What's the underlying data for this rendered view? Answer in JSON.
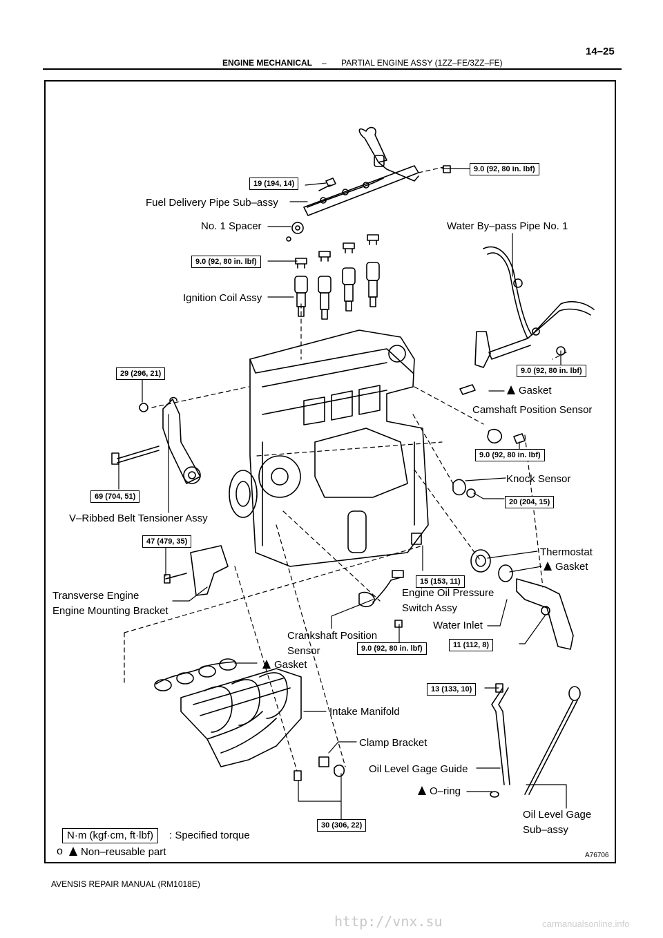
{
  "header": {
    "page_number": "14–25",
    "section": "ENGINE MECHANICAL",
    "separator": "–",
    "subsection": "PARTIAL ENGINE ASSY (1ZZ–FE/3ZZ–FE)"
  },
  "labels": {
    "fuel_delivery_pipe": "Fuel Delivery Pipe Sub–assy",
    "no1_spacer": "No. 1 Spacer",
    "water_bypass_pipe": "Water By–pass Pipe No. 1",
    "ignition_coil": "Ignition Coil Assy",
    "gasket_1": "Gasket",
    "camshaft_sensor": "Camshaft Position Sensor",
    "knock_sensor": "Knock Sensor",
    "belt_tensioner": "V–Ribbed Belt Tensioner Assy",
    "thermostat": "Thermostat",
    "gasket_2": "Gasket",
    "mounting_bracket_1": "Transverse Engine",
    "mounting_bracket_2": "Engine Mounting Bracket",
    "oil_pressure_1": "Engine Oil Pressure",
    "oil_pressure_2": "Switch Assy",
    "water_inlet": "Water Inlet",
    "crankshaft_sensor_1": "Crankshaft Position",
    "crankshaft_sensor_2": "Sensor",
    "gasket_3": "Gasket",
    "intake_manifold": "Intake Manifold",
    "clamp_bracket": "Clamp Bracket",
    "oil_gage_guide": "Oil Level Gage Guide",
    "o_ring": "O–ring",
    "oil_gage_1": "Oil Level Gage",
    "oil_gage_2": "Sub–assy"
  },
  "torques": {
    "t1": "19 (194, 14)",
    "t2": "9.0 (92, 80 in. lbf)",
    "t3": "9.0 (92, 80 in. lbf)",
    "t4": "9.0 (92, 80 in. lbf)",
    "t5": "29 (296, 21)",
    "t6": "9.0 (92, 80 in. lbf)",
    "t7": "69 (704, 51)",
    "t8": "20 (204, 15)",
    "t9": "47 (479, 35)",
    "t10": "15 (153, 11)",
    "t11": "9.0 (92, 80 in. lbf)",
    "t12": "11 (112, 8)",
    "t13": "13 (133, 10)",
    "t14": "30 (306, 22)"
  },
  "legend": {
    "torque_unit": "N·m (kgf·cm, ft·lbf)",
    "torque_text": ": Specified torque",
    "bullet": "o",
    "nonreusable_text": "Non–reusable part"
  },
  "figure_id": "A76706",
  "footer": "AVENSIS REPAIR MANUAL   (RM1018E)",
  "watermark": "http://vnx.su",
  "watermark2": "carmanualsonline.info"
}
